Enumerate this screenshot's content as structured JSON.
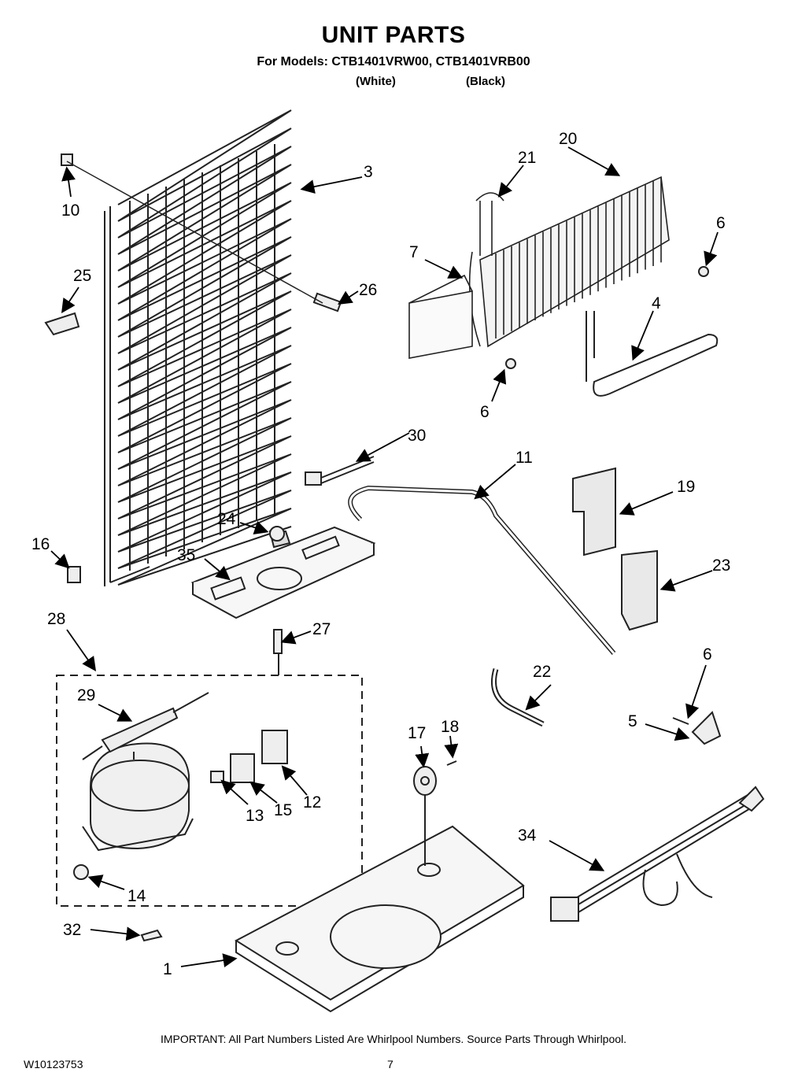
{
  "header": {
    "title": "UNIT PARTS",
    "models": "For Models: CTB1401VRW00, CTB1401VRB00",
    "variant_white": "(White)",
    "variant_black": "(Black)"
  },
  "callouts": [
    "1",
    "3",
    "4",
    "5",
    "6",
    "6",
    "6",
    "7",
    "10",
    "11",
    "12",
    "13",
    "14",
    "15",
    "16",
    "17",
    "18",
    "19",
    "20",
    "21",
    "22",
    "23",
    "24",
    "25",
    "26",
    "27",
    "28",
    "29",
    "30",
    "32",
    "34",
    "35"
  ],
  "footer": {
    "important": "IMPORTANT: All Part Numbers Listed Are Whirlpool Numbers. Source Parts Through Whirlpool.",
    "doc_number": "W10123753",
    "page_number": "7"
  }
}
